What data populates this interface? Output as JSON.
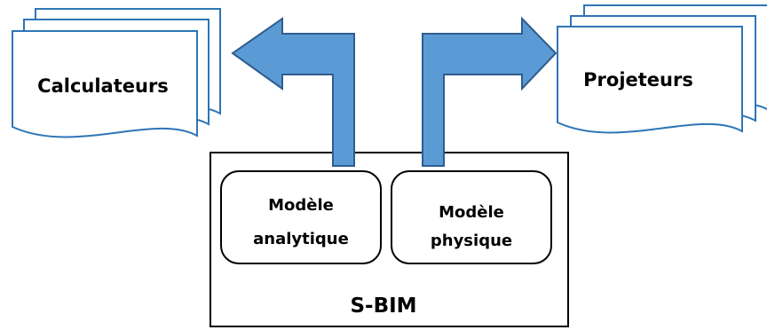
{
  "diagram": {
    "left_document": {
      "label": "Calculateurs",
      "icon": "multi-document-icon",
      "color": "#2E75B6"
    },
    "right_document": {
      "label": "Projeteurs",
      "icon": "multi-document-icon",
      "color": "#2E75B6"
    },
    "system_box": {
      "label": "S-BIM",
      "models": [
        {
          "line1": "Modèle",
          "line2": "analytique"
        },
        {
          "line1": "Modèle",
          "line2": "physique"
        }
      ]
    },
    "arrows": {
      "fill_color": "#5B9BD5",
      "stroke_color": "#2E5D8E"
    }
  }
}
